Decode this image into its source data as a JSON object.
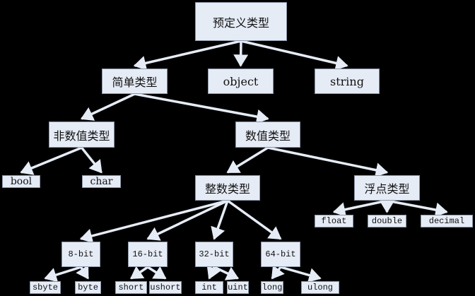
{
  "diagram": {
    "nodes": {
      "root": "预定义类型",
      "simple": "简单类型",
      "object": "object",
      "string": "string",
      "nonnumeric": "非数值类型",
      "numeric": "数值类型",
      "bool": "bool",
      "char": "char",
      "integer": "整数类型",
      "floating": "浮点类型",
      "float": "float",
      "double": "double",
      "decimal": "decimal",
      "bit8": "8-bit",
      "bit16": "16-bit",
      "bit32": "32-bit",
      "bit64": "64-bit",
      "sbyte": "sbyte",
      "byte": "byte",
      "short": "short",
      "ushort": "ushort",
      "int": "int",
      "uint": "uint",
      "long": "long",
      "ulong": "ulong"
    },
    "edges": [
      [
        "root",
        "simple"
      ],
      [
        "root",
        "object"
      ],
      [
        "root",
        "string"
      ],
      [
        "simple",
        "nonnumeric"
      ],
      [
        "simple",
        "numeric"
      ],
      [
        "nonnumeric",
        "bool"
      ],
      [
        "nonnumeric",
        "char"
      ],
      [
        "numeric",
        "integer"
      ],
      [
        "numeric",
        "floating"
      ],
      [
        "floating",
        "float"
      ],
      [
        "floating",
        "double"
      ],
      [
        "floating",
        "decimal"
      ],
      [
        "integer",
        "bit8"
      ],
      [
        "integer",
        "bit16"
      ],
      [
        "integer",
        "bit32"
      ],
      [
        "integer",
        "bit64"
      ],
      [
        "bit8",
        "sbyte"
      ],
      [
        "bit8",
        "byte"
      ],
      [
        "bit16",
        "short"
      ],
      [
        "bit16",
        "ushort"
      ],
      [
        "bit32",
        "int"
      ],
      [
        "bit32",
        "uint"
      ],
      [
        "bit64",
        "long"
      ],
      [
        "bit64",
        "ulong"
      ]
    ],
    "colors": {
      "box_fill": "#e6ecf6",
      "box_border": "#8a96a8",
      "arrow": "#e6ecf6",
      "background": "#000000"
    }
  }
}
